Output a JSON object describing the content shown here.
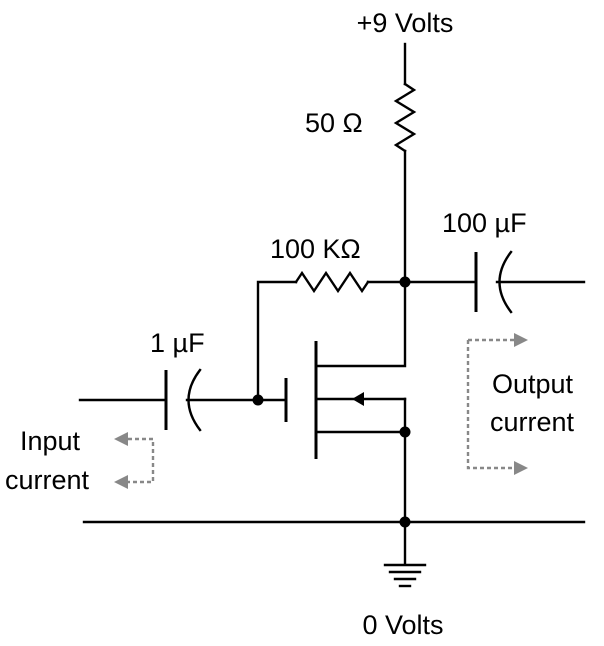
{
  "labels": {
    "supply": "+9 Volts",
    "drain_resistor": "50 Ω",
    "feedback_resistor": "100 KΩ",
    "output_capacitor": "100 µF",
    "input_capacitor": "1 µF",
    "ground": "0 Volts",
    "output_current_line1": "Output",
    "output_current_line2": "current",
    "input_current_line1": "Input",
    "input_current_line2": "current"
  },
  "colors": {
    "wire": "#000000",
    "current_arrow": "#888888"
  }
}
